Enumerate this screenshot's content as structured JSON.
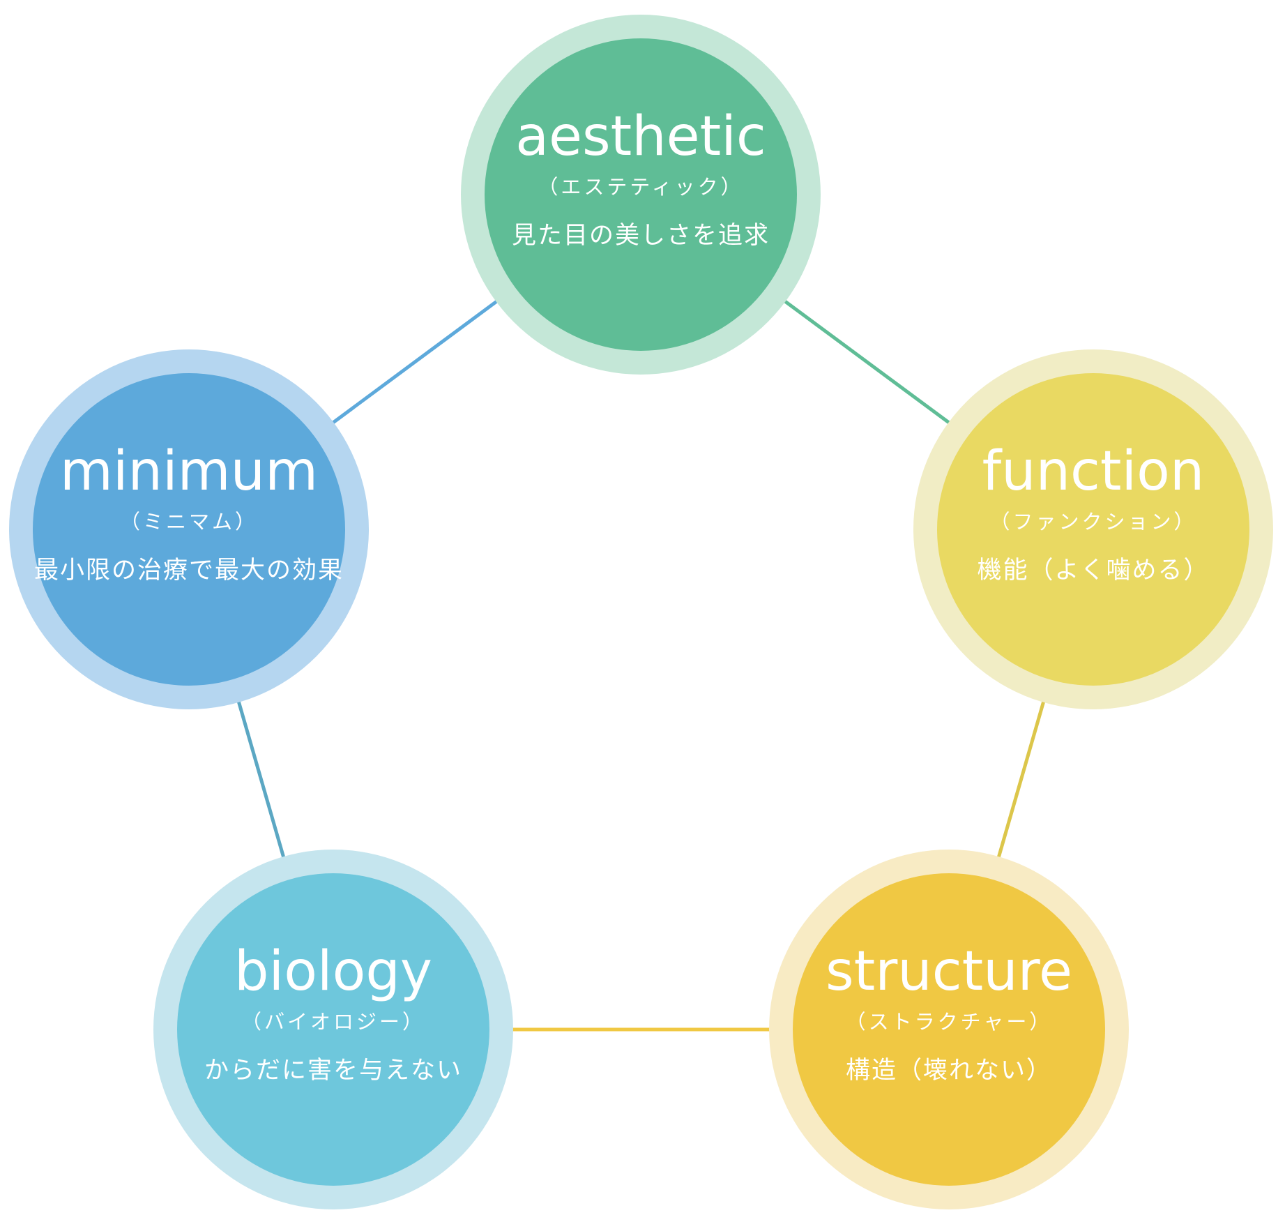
{
  "nodes": [
    {
      "id": "aesthetic",
      "title": "aesthetic",
      "reading": "（エステティック）",
      "description": "見た目の美しさを追求",
      "color": "#5FBD96",
      "ring_color": "#C4E7D7"
    },
    {
      "id": "function",
      "title": "function",
      "reading": "（ファンクション）",
      "description": "機能（よく噛める）",
      "color": "#E9D962",
      "ring_color": "#F1EDC5"
    },
    {
      "id": "structure",
      "title": "structure",
      "reading": "（ストラクチャー）",
      "description": "構造（壊れない）",
      "color": "#F0C843",
      "ring_color": "#F8EBC4"
    },
    {
      "id": "biology",
      "title": "biology",
      "reading": "（バイオロジー）",
      "description": "からだに害を与えない",
      "color": "#6EC7DC",
      "ring_color": "#C5E5EE"
    },
    {
      "id": "minimum",
      "title": "minimum",
      "reading": "（ミニマム）",
      "description": "最小限の治療で最大の効果",
      "color": "#5DA9DB",
      "ring_color": "#B5D6F0"
    }
  ],
  "connections": [
    {
      "from": "aesthetic",
      "to": "function",
      "color": "#5FBD96"
    },
    {
      "from": "function",
      "to": "structure",
      "color": "#DCC64A"
    },
    {
      "from": "structure",
      "to": "biology",
      "color": "#F0C843"
    },
    {
      "from": "biology",
      "to": "minimum",
      "color": "#5BA7C3"
    },
    {
      "from": "minimum",
      "to": "aesthetic",
      "color": "#5DA9DB"
    }
  ]
}
